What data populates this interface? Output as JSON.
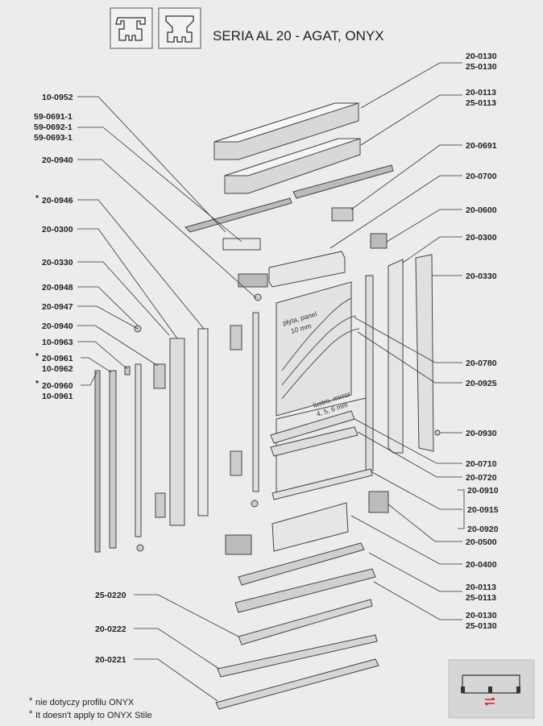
{
  "title": "SERIA  AL 20  -  AGAT, ONYX",
  "left_labels": [
    "10-0952",
    "59-0691-1",
    "59-0692-1",
    "59-0693-1",
    "20-0940",
    "20-0946",
    "20-0300",
    "20-0330",
    "20-0948",
    "20-0947",
    "20-0940",
    "10-0963",
    "20-0961",
    "10-0962",
    "20-0960",
    "10-0961",
    "25-0220",
    "20-0222",
    "20-0221"
  ],
  "right_labels": [
    "20-0130",
    "25-0130",
    "20-0113",
    "25-0113",
    "20-0691",
    "20-0700",
    "20-0600",
    "20-0300",
    "20-0330",
    "20-0780",
    "20-0925",
    "20-0930",
    "20-0710",
    "20-0720",
    "20-0910",
    "20-0915",
    "20-0920",
    "20-0500",
    "20-0400",
    "20-0113",
    "25-0113",
    "20-0130",
    "25-0130"
  ],
  "asterisk": "*",
  "panel_label": [
    "płyta, panel",
    "10 mm"
  ],
  "mirror_label": [
    "lustro, mirror",
    "4, 5, 6 mm"
  ],
  "notes": [
    "nie dotyczy profilu ONYX",
    "It doesn't apply to ONYX Stile"
  ]
}
